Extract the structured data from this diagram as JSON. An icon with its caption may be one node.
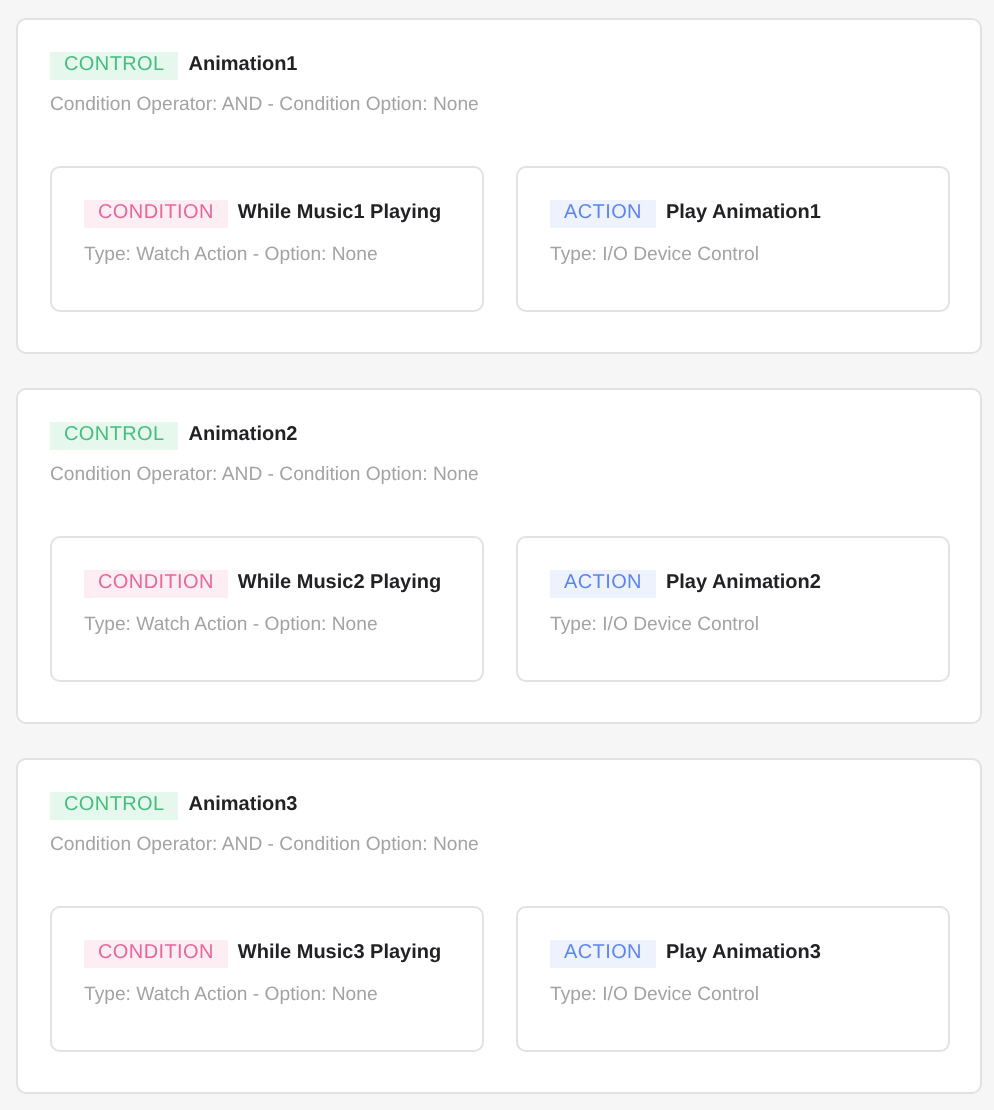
{
  "diagram": {
    "nodes": [
      {
        "text": [
          "CONTROL",
          "Animation1",
          "Condition Operator: AND - Condition Option: None"
        ]
      },
      {
        "text": [
          "CONDITION",
          "While Music1 Playing",
          "Type: Watch Action - Option: None"
        ],
        "in": 0
      },
      {
        "text": [
          "ACTION",
          "Play Animation1",
          "Type: I/O Device Control"
        ],
        "in": 0
      },
      {
        "text": [
          "CONTROL",
          "Animation2",
          "Condition Operator: AND - Condition Option: None"
        ]
      },
      {
        "text": [
          "CONDITION",
          "While Music2 Playing",
          "Type: Watch Action - Option: None"
        ],
        "in": 3
      },
      {
        "text": [
          "ACTION",
          "Play Animation2",
          "Type: I/O Device Control"
        ],
        "in": 3
      },
      {
        "text": [
          "CONTROL",
          "Animation3",
          "Condition Operator: AND - Condition Option: None"
        ]
      },
      {
        "text": [
          "CONDITION",
          "While Music3 Playing",
          "Type: Watch Action - Option: None"
        ],
        "in": 6
      },
      {
        "text": [
          "ACTION",
          "Play Animation3",
          "Type: I/O Device Control"
        ],
        "in": 6
      }
    ]
  }
}
